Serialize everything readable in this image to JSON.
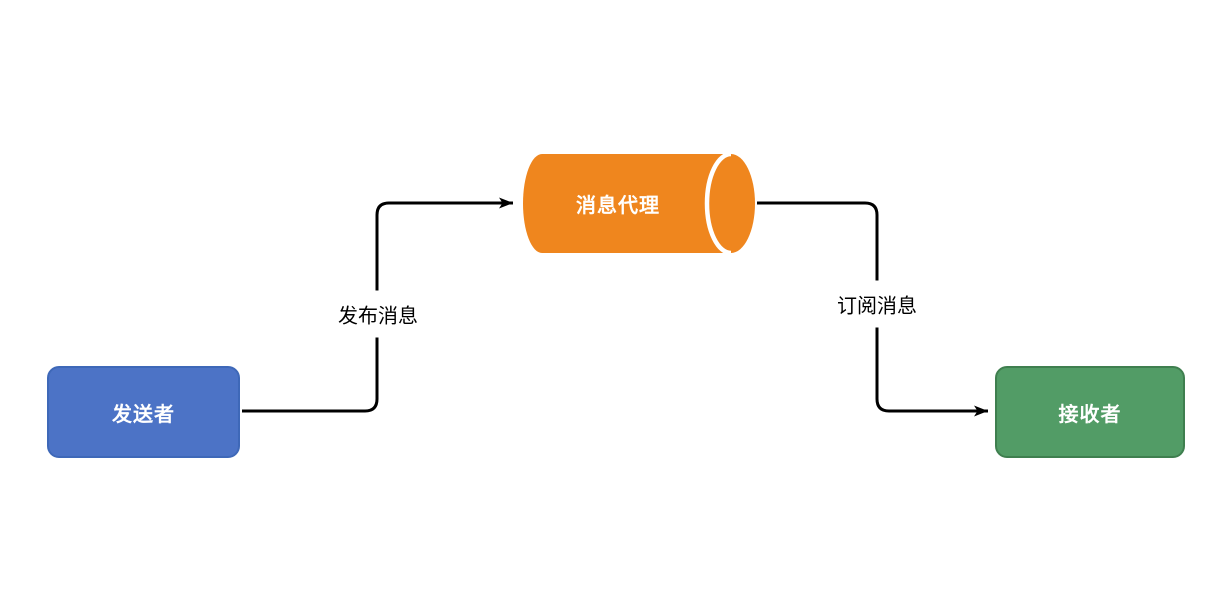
{
  "diagram": {
    "title": "publish-subscribe message flow",
    "background": "#ffffff",
    "nodes": {
      "sender": {
        "label": "发送者",
        "shape": "rounded-rect",
        "fill": "#4C73C6",
        "border": "#3E68B8",
        "text_color": "#ffffff"
      },
      "broker": {
        "label": "消息代理",
        "shape": "horizontal-cylinder",
        "fill": "#EF861E",
        "text_color": "#ffffff"
      },
      "receiver": {
        "label": "接收者",
        "shape": "rounded-rect",
        "fill": "#529C66",
        "border": "#3F7F4F",
        "text_color": "#ffffff"
      }
    },
    "edges": {
      "publish": {
        "label": "发布消息",
        "from": "sender",
        "to": "broker",
        "color": "#000000",
        "style": "orthogonal-arrow"
      },
      "subscribe": {
        "label": "订阅消息",
        "from": "broker",
        "to": "receiver",
        "color": "#000000",
        "style": "orthogonal-arrow"
      }
    }
  }
}
